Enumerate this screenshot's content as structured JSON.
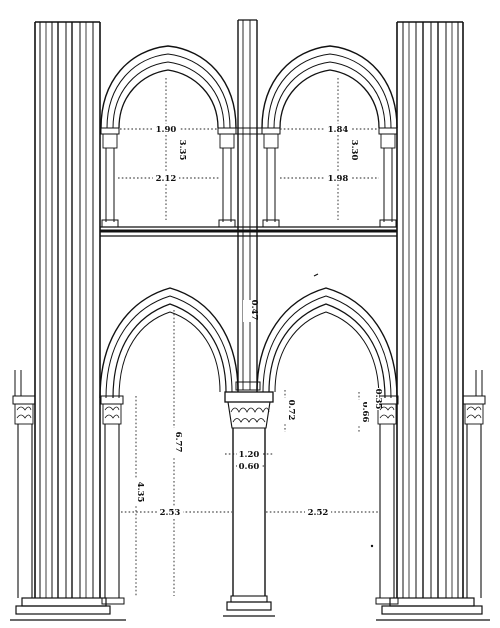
{
  "figure": {
    "dimensions": {
      "upper_left_span": "1.90",
      "upper_left_height": "3.35",
      "upper_left_inner_span": "2.12",
      "upper_right_span": "1.84",
      "upper_right_height": "3.30",
      "upper_right_inner_span": "1.98",
      "shaft_width": "0.47",
      "lower_height": "6.77",
      "lower_pier_height": "4.35",
      "lower_left_span": "2.53",
      "lower_right_span": "2.52",
      "capital_width": "1.20",
      "column_diameter": "0.60",
      "capital_height_a": "0.72",
      "capital_height_b": "0.66",
      "capital_height_c": "0.35"
    }
  }
}
